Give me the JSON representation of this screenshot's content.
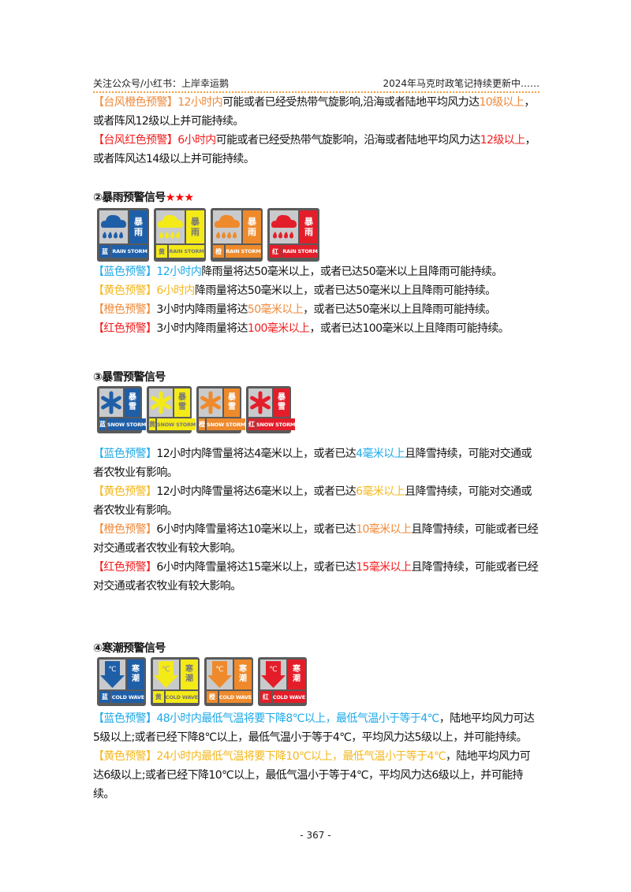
{
  "header": {
    "left": "关注公众号/小红书：上岸幸运鹅",
    "right": "2024年马克时政笔记持续更新中……",
    "rule_color": "#f3a03c"
  },
  "colors": {
    "blue": "#1ea9e8",
    "yellow": "#f5b71a",
    "orange": "#f08a3a",
    "red": "#f11d1d",
    "signal_blue": "#1f5fa8",
    "signal_yellow": "#f4ea18",
    "signal_orange": "#ee8a2c",
    "signal_red": "#e31e2a"
  },
  "typhoon": {
    "orange": {
      "tag": "【台风橙色预警】",
      "time": "12小时内",
      "text1": "可能或者已经受热带气旋影响,沿海或者陆地平均风力达",
      "highlight": "10级以上",
      "text2": "，或者阵风12级以上并可能持续。"
    },
    "red": {
      "tag": "【台风红色预警】",
      "time": "6小时内",
      "text1": "可能或者已经受热带气旋影响，沿海或者陆地平均风力达",
      "highlight": "12级以上",
      "text2": "，或者阵风达14级以上并可能持续。"
    }
  },
  "rainstorm": {
    "title": "②暴雨预警信号",
    "stars": "★★★",
    "icons": [
      {
        "level_cn": "蓝",
        "name_cn_1": "暴",
        "name_cn_2": "雨",
        "name_en": "RAIN STORM",
        "glyph": "rain-cloud"
      },
      {
        "level_cn": "黄",
        "name_cn_1": "暴",
        "name_cn_2": "雨",
        "name_en": "RAIN STORM",
        "glyph": "rain-cloud"
      },
      {
        "level_cn": "橙",
        "name_cn_1": "暴",
        "name_cn_2": "雨",
        "name_en": "RAIN STORM",
        "glyph": "rain-cloud"
      },
      {
        "level_cn": "红",
        "name_cn_1": "暴",
        "name_cn_2": "雨",
        "name_en": "RAIN STORM",
        "glyph": "rain-cloud"
      }
    ],
    "items": [
      {
        "tag": "【蓝色预警】",
        "time": "12小时内",
        "text1": "降雨量将达50毫米以上，或者已达50毫米以上且降雨可能持续。",
        "highlight": "",
        "text2": ""
      },
      {
        "tag": "【黄色预警】",
        "time": "6小时内",
        "text1": "降雨量将达50毫米以上，或者已达50毫米以上且降雨可能持续。",
        "highlight": "",
        "text2": ""
      },
      {
        "tag": "【橙色预警】",
        "time": "",
        "text1": "3小时内降雨量将达",
        "highlight": "50毫米以上",
        "text2": "，或者已达50毫米以上且降雨可能持续。"
      },
      {
        "tag": "【红色预警】",
        "time": "",
        "text1": "3小时内降雨量将达",
        "highlight": "100毫米以上",
        "text2": "，或者已达100毫米以上且降雨可能持续。"
      }
    ]
  },
  "snowstorm": {
    "title": "③暴雪预警信号",
    "icons": [
      {
        "level_cn": "蓝",
        "name_cn_1": "暴",
        "name_cn_2": "雪",
        "name_en": "SNOW STORM",
        "glyph": "snowflake"
      },
      {
        "level_cn": "黄",
        "name_cn_1": "暴",
        "name_cn_2": "雪",
        "name_en": "SNOW STORM",
        "glyph": "snowflake"
      },
      {
        "level_cn": "橙",
        "name_cn_1": "暴",
        "name_cn_2": "雪",
        "name_en": "SNOW STORM",
        "glyph": "snowflake"
      },
      {
        "level_cn": "红",
        "name_cn_1": "暴",
        "name_cn_2": "雪",
        "name_en": "SNOW STORM",
        "glyph": "snowflake"
      }
    ],
    "items": [
      {
        "tag": "【蓝色预警】",
        "text1": "12小时内降雪量将达4毫米以上，或者已达",
        "highlight": "4毫米以上",
        "text2": "且降雪持续，可能对交通或者农牧业有影响。"
      },
      {
        "tag": "【黄色预警】",
        "text1": "12小时内降雪量将达6毫米以上，或者已达",
        "highlight": "6毫米以上",
        "text2": "且降雪持续，可能对交通或者农牧业有影响。"
      },
      {
        "tag": "【橙色预警】",
        "text1": "6小时内降雪量将达10毫米以上，或者已达",
        "highlight": "10毫米以上",
        "text2": "且降雪持续，可能或者已经对交通或者农牧业有较大影响。"
      },
      {
        "tag": "【红色预警】",
        "text1": "6小时内降雪量将达15毫米以上，或者已达",
        "highlight": "15毫米以上",
        "text2": "且降雪持续，可能或者已经对交通或者农牧业有较大影响。"
      }
    ]
  },
  "coldwave": {
    "title": "④寒潮预警信号",
    "icons": [
      {
        "level_cn": "蓝",
        "name_cn_1": "寒",
        "name_cn_2": "潮",
        "name_en": "COLD WAVE",
        "glyph": "temp-down-arrow",
        "unit": "℃"
      },
      {
        "level_cn": "黄",
        "name_cn_1": "寒",
        "name_cn_2": "潮",
        "name_en": "COLD WAVE",
        "glyph": "temp-down-arrow",
        "unit": "℃"
      },
      {
        "level_cn": "橙",
        "name_cn_1": "寒",
        "name_cn_2": "潮",
        "name_en": "COLD WAVE",
        "glyph": "temp-down-arrow",
        "unit": "℃"
      },
      {
        "level_cn": "红",
        "name_cn_1": "寒",
        "name_cn_2": "潮",
        "name_en": "COLD WAVE",
        "glyph": "temp-down-arrow",
        "unit": "℃"
      }
    ],
    "items": [
      {
        "tag": "【蓝色预警】",
        "highlight": "48小时内最低气温将要下降8℃以上，最低气温小于等于4℃",
        "text2": "，陆地平均风力可达5级以上;或者已经下降8℃以上，最低气温小于等于4℃，平均风力达5级以上，并可能持续。"
      },
      {
        "tag": "【黄色预警】",
        "highlight": "24小时内最低气温将要下降10℃以上，最低气温小于等于4℃",
        "text2": "，陆地平均风力可达6级以上;或者已经下降10℃以上，最低气温小于等于4℃，平均风力达6级以上，并可能持续。"
      }
    ]
  },
  "footer": {
    "page_number": "- 367 -"
  }
}
